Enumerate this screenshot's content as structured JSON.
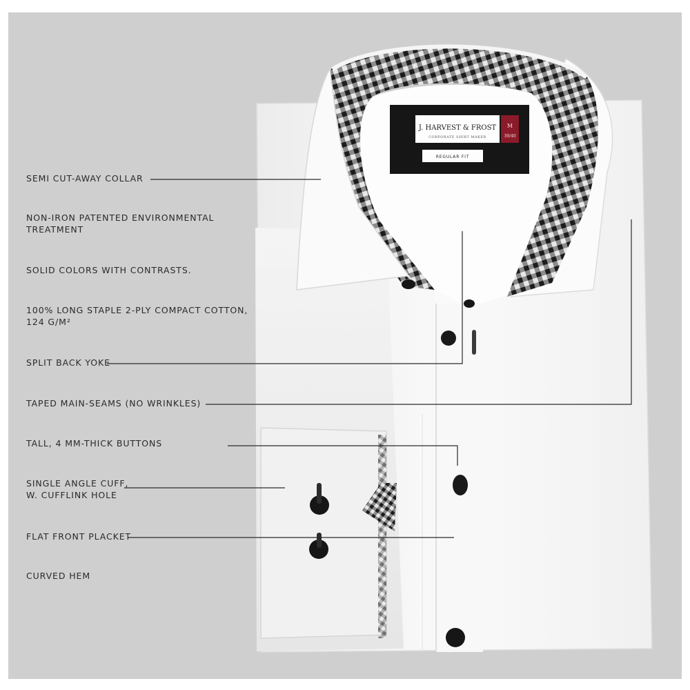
{
  "brand_label": {
    "brand_name": "J. HARVEST & FROST",
    "tagline": "CORPORATE SHIRT MAKER",
    "size_letter": "M",
    "size_numbers": "39/40",
    "fit_tag": "REGULAR FIT"
  },
  "features": [
    {
      "id": "collar",
      "text": "SEMI CUT-AWAY COLLAR"
    },
    {
      "id": "non-iron",
      "text": "NON-IRON PATENTED ENVIRONMENTAL\nTREATMENT"
    },
    {
      "id": "contrasts",
      "text": "SOLID COLORS WITH CONTRASTS."
    },
    {
      "id": "cotton",
      "text": "100% LONG STAPLE 2-PLY COMPACT COTTON,\n124 G/M²"
    },
    {
      "id": "yoke",
      "text": "SPLIT BACK YOKE"
    },
    {
      "id": "seams",
      "text": "TAPED MAIN-SEAMS (NO WRINKLES)"
    },
    {
      "id": "buttons",
      "text": "TALL, 4 MM-THICK BUTTONS"
    },
    {
      "id": "cuff",
      "text": "SINGLE ANGLE CUFF,\nW. CUFFLINK HOLE"
    },
    {
      "id": "placket",
      "text": "FLAT FRONT PLACKET"
    },
    {
      "id": "hem",
      "text": "CURVED HEM"
    }
  ],
  "colors": {
    "panel_background": "#cfcfcf",
    "shirt_white": "#f7f7f7",
    "gingham_dark": "#1c1c1c",
    "gingham_light": "#e8e8e8",
    "leader_lines": "#2a2a2a",
    "label_black": "#161616",
    "size_red": "#8b1a2b"
  }
}
